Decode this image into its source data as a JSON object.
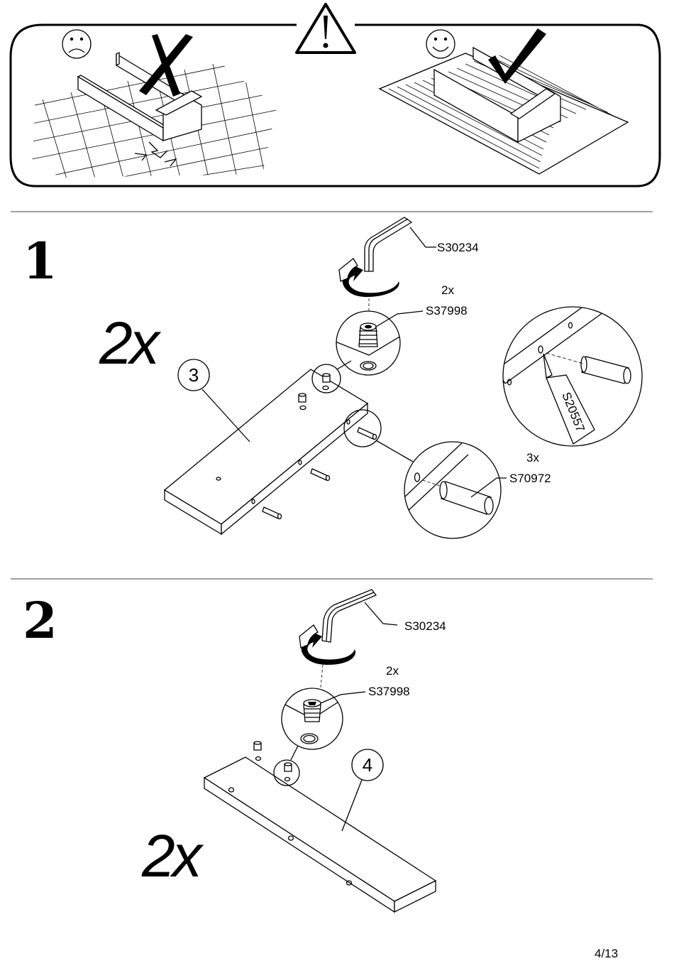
{
  "page": {
    "number": "4/13"
  },
  "warning": {
    "icons": [
      "warning-triangle-icon",
      "sad-face-icon",
      "happy-face-icon",
      "cross-mark-icon",
      "check-mark-icon"
    ]
  },
  "step1": {
    "number": "1",
    "quantity": "2x",
    "part_number": "3",
    "tool_code": "S30234",
    "cam_count": "2x",
    "cam_code": "S37998",
    "glue_code": "S20557",
    "dowel_count": "3x",
    "dowel_code": "S70972"
  },
  "step2": {
    "number": "2",
    "quantity": "2x",
    "part_number": "4",
    "tool_code": "S30234",
    "cam_count": "2x",
    "cam_code": "S37998"
  }
}
